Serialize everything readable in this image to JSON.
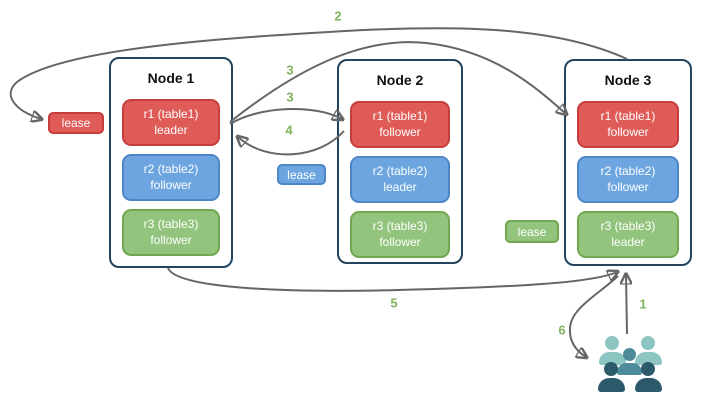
{
  "nodes": [
    {
      "title": "Node 1",
      "replicas": [
        {
          "name": "r1 (table1)",
          "role": "leader",
          "color": "#DE5B58"
        },
        {
          "name": "r2 (table2)",
          "role": "follower",
          "color": "#6CA5DF"
        },
        {
          "name": "r3 (table3)",
          "role": "follower",
          "color": "#93C47D"
        }
      ]
    },
    {
      "title": "Node 2",
      "replicas": [
        {
          "name": "r1 (table1)",
          "role": "follower",
          "color": "#DE5B58"
        },
        {
          "name": "r2 (table2)",
          "role": "leader",
          "color": "#6CA5DF"
        },
        {
          "name": "r3 (table3)",
          "role": "follower",
          "color": "#93C47D"
        }
      ]
    },
    {
      "title": "Node 3",
      "replicas": [
        {
          "name": "r1 (table1)",
          "role": "follower",
          "color": "#DE5B58"
        },
        {
          "name": "r2 (table2)",
          "role": "follower",
          "color": "#6CA5DF"
        },
        {
          "name": "r3 (table3)",
          "role": "leader",
          "color": "#93C47D"
        }
      ]
    }
  ],
  "leases": [
    {
      "label": "lease",
      "color": "#DE5B58"
    },
    {
      "label": "lease",
      "color": "#6CA5DF"
    },
    {
      "label": "lease",
      "color": "#93C47D"
    }
  ],
  "steps": {
    "s1": "1",
    "s2": "2",
    "s3_to_node3": "3",
    "s3_to_node2": "3",
    "s4": "4",
    "s5": "5",
    "s6": "6"
  },
  "icons": {
    "clients": "users-group-icon"
  },
  "colors": {
    "arrow": "#666666",
    "step_label": "#7FB25C",
    "node_border": "#23445E",
    "people_light": "#8CC5C2",
    "people_mid": "#4E8C9B",
    "people_dark": "#2C5A6B"
  }
}
